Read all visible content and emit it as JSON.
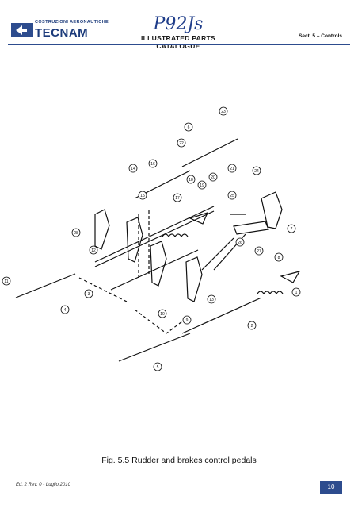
{
  "header": {
    "logo_top": "COSTRUZIONI AERONAUTICHE",
    "logo_main": "TECNAM",
    "model": "P92Js",
    "catalogue": "ILLUSTRATED PARTS CATALOGUE",
    "section": "Sect. 5 – Controls"
  },
  "figure": {
    "callouts": [
      "1",
      "2",
      "3",
      "4",
      "5",
      "6",
      "7",
      "8",
      "9",
      "10",
      "11",
      "12",
      "13",
      "14",
      "15",
      "16",
      "17",
      "18",
      "19",
      "20",
      "21",
      "22",
      "23",
      "24",
      "25",
      "26",
      "27",
      "28"
    ]
  },
  "caption": "Fig. 5.5 Rudder and brakes control pedals",
  "footer": {
    "edition": "Ed. 2 Rev. 0 - Luglio 2010",
    "page": "10"
  },
  "colors": {
    "brand": "#2d4c8e",
    "text": "#111111"
  }
}
